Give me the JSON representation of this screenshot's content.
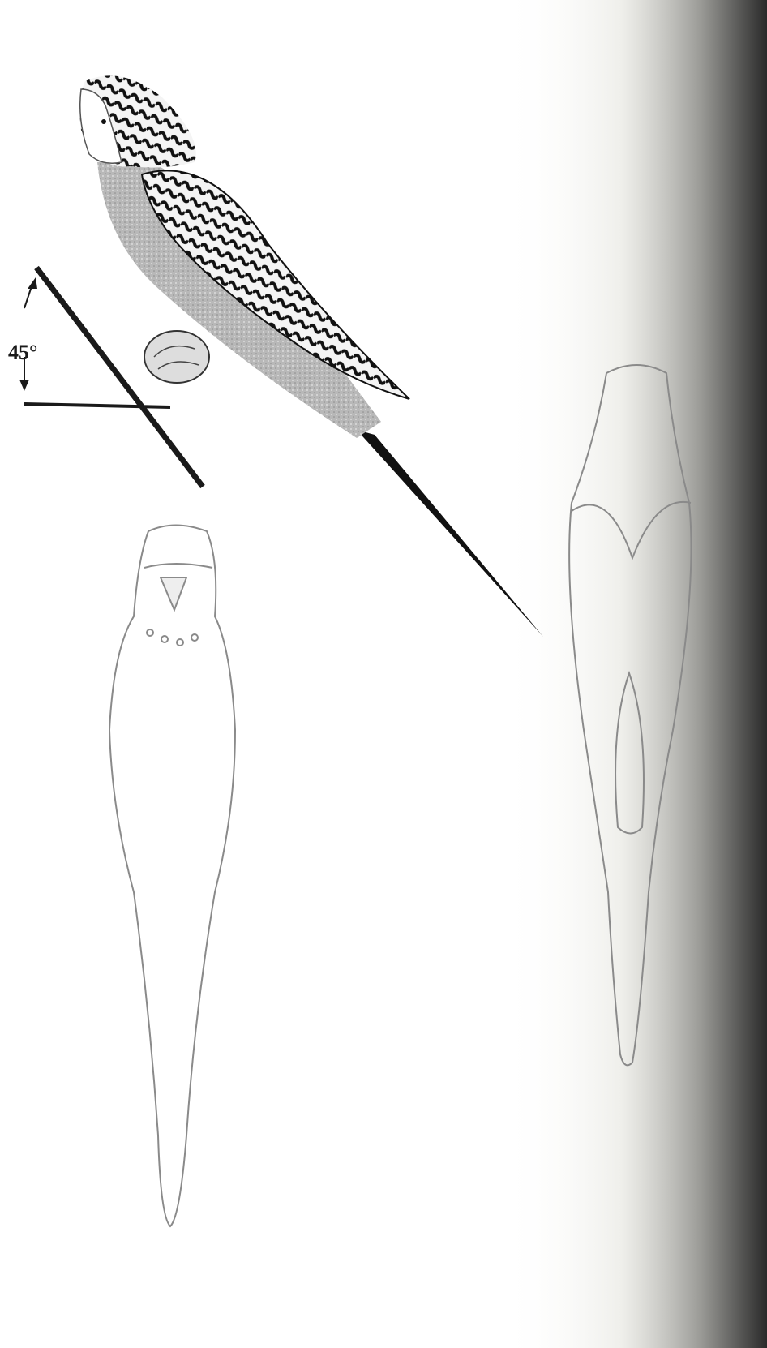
{
  "figure": {
    "angle_label": "45°",
    "angle_degrees": 45
  },
  "drawings": [
    {
      "name": "budgerigar-side-view",
      "icon": "perched-bird-illustration"
    },
    {
      "name": "budgerigar-front-view",
      "icon": "bird-outline-front"
    },
    {
      "name": "budgerigar-back-view",
      "icon": "bird-outline-back"
    }
  ]
}
